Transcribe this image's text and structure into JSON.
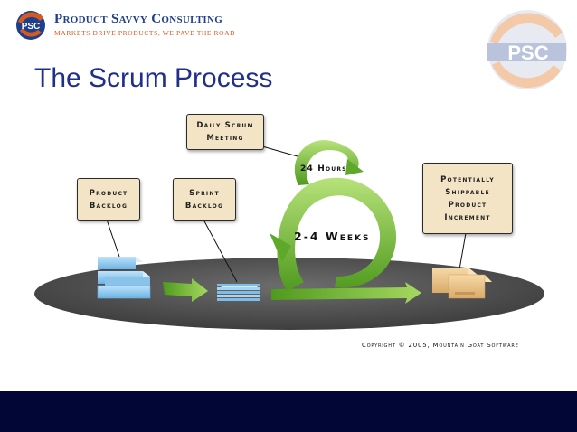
{
  "header": {
    "company_name": "Product Savvy Consulting",
    "tagline": "MARKETS DRIVE PRODUCTS, WE PAVE THE ROAD",
    "logo_text": "PSC"
  },
  "slide": {
    "title": "The Scrum Process"
  },
  "diagram": {
    "product_backlog": "Product\nBacklog",
    "sprint_backlog": "Sprint\nBacklog",
    "daily_scrum": "Daily Scrum\nMeeting",
    "increment": "Potentially\nShippable\nProduct\nIncrement",
    "hours_label": "24 Hours",
    "weeks_label": "2-4 Weeks"
  },
  "footer": {
    "copyright": "Copyright © 2005, Mountain Goat Software"
  },
  "colors": {
    "title": "#1f2f8a",
    "brand_blue": "#1f3f8c",
    "brand_orange": "#d55a1e",
    "footer": "#020636",
    "label_fill": "#f3e4c6",
    "arrow_green": "#7cc23a",
    "ellipse": "#5a5a5a",
    "backlog_blue": "#8fc8ee"
  }
}
